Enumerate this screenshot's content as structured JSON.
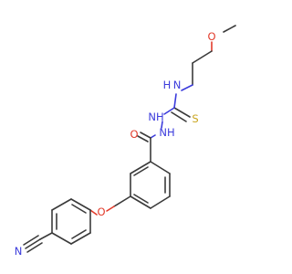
{
  "colors": {
    "bond": "#3a3a3a",
    "nitrogen": "#3b3bdc",
    "oxygen": "#e23b2b",
    "sulfur": "#c9a51e",
    "background": "#ffffff"
  },
  "atom_labels": {
    "methoxy_o": "O",
    "thiourea_nh": "N",
    "thiourea_h": "H",
    "thione_s": "S",
    "hydrazine_nh_upper": "NH",
    "hydrazine_nh_lower": "NH",
    "carbonyl_o": "O",
    "ether_o": "O",
    "nitrile_n": "N"
  }
}
